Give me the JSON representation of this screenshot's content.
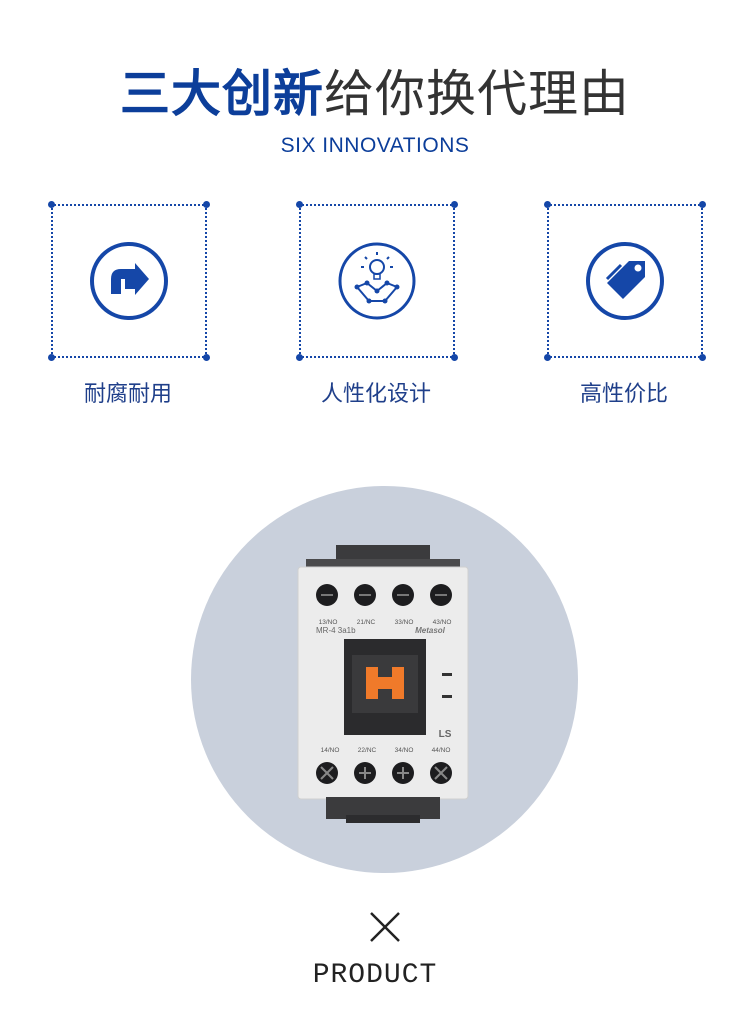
{
  "header": {
    "title_bold": "三大创新",
    "title_light": "给你换代理由",
    "subtitle": "SIX INNOVATIONS"
  },
  "features": [
    {
      "label": "耐腐耐用",
      "icon": "durable-arrow-icon"
    },
    {
      "label": "人性化设计",
      "icon": "lightbulb-design-icon"
    },
    {
      "label": "高性价比",
      "icon": "price-tag-icon"
    }
  ],
  "product": {
    "terminal_top_labels": [
      "13/NO",
      "21/NC",
      "33/NO",
      "43/NO"
    ],
    "model": "MR-4 3a1b",
    "brand": "Metasol",
    "logo": "LS",
    "terminal_bottom_labels": [
      "14/NO",
      "22/NC",
      "34/NO",
      "44/NO"
    ],
    "label": "PRODUCT"
  },
  "colors": {
    "accent": "#0c3e9a",
    "frame": "#1547a8",
    "circle_bg": "#c9d0dc",
    "actuator": "#f07a2a"
  }
}
